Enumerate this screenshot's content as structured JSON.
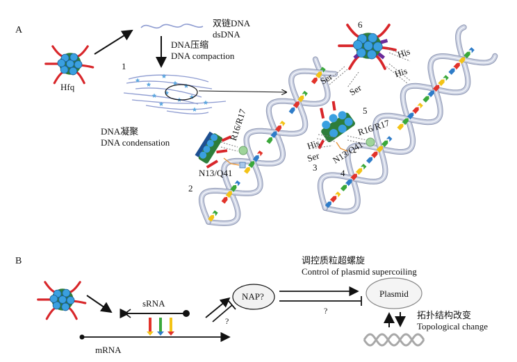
{
  "panel_a": {
    "label": "A",
    "hfq": "Hfq",
    "dsdna_zh": "双链DNA",
    "dsdna_en": "dsDNA",
    "compaction_zh": "DNA压缩",
    "compaction_en": "DNA compaction",
    "condensation_zh": "DNA凝聚",
    "condensation_en": "DNA condensation",
    "step_1": "1",
    "step_2": "2",
    "step_3": "3",
    "step_4": "4",
    "step_5": "5",
    "step_6": "6",
    "r16_r17_left": "R16/R17",
    "n13_q41_left": "N13/Q41",
    "his_center": "His",
    "ser_center": "Ser",
    "n13_q41_center": "N13/Q41",
    "r16_r17_center": "R16/R17",
    "ser_top_left": "Ser",
    "ser_top_mid": "Ser",
    "his_top_right_1": "His",
    "his_top_right_2": "His"
  },
  "panel_b": {
    "label": "B",
    "srna": "sRNA",
    "mrna": "mRNA",
    "nap": "NAP?",
    "question_left": "?",
    "question_mid": "?",
    "plasmid": "Plasmid",
    "control_zh": "调控质粒超螺旋",
    "control_en": "Control of plasmid supercoiling",
    "topo_zh": "拓扑结构改变",
    "topo_en": "Topological change"
  },
  "colors": {
    "helix": "#c9cfe0",
    "helix_edge": "#8e97b3",
    "hfq_blue": "#3aa0e0",
    "hfq_green": "#2e7d3a",
    "hfq_red": "#d8262a",
    "hfq_purple": "#6a2a9a",
    "base_red": "#e2332a",
    "base_yellow": "#f3c316",
    "base_green": "#3aa83a",
    "base_blue": "#2e7cc8"
  }
}
